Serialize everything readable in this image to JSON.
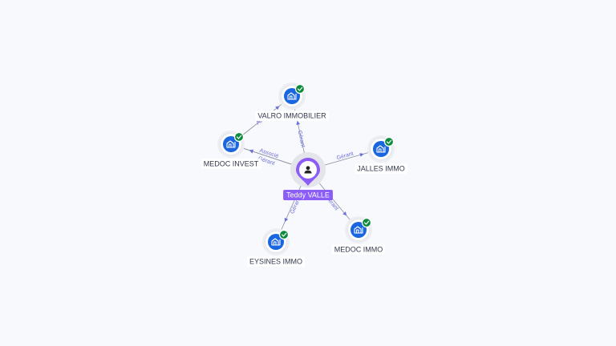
{
  "graph": {
    "center": {
      "label": "Teddy VALLE",
      "icon": "person-icon",
      "color": "#8b5cf6"
    },
    "nodes": [
      {
        "id": "valro",
        "label": "VALRO IMMOBILIER",
        "icon": "building-icon",
        "verified": true
      },
      {
        "id": "medoc-invest",
        "label": "MEDOC INVEST",
        "icon": "building-icon",
        "verified": true
      },
      {
        "id": "jalles",
        "label": "JALLES IMMO",
        "icon": "building-icon",
        "verified": true
      },
      {
        "id": "eysines",
        "label": "EYSINES IMMO",
        "icon": "building-icon",
        "verified": true
      },
      {
        "id": "medoc-immo",
        "label": "MEDOC IMMO",
        "icon": "building-icon",
        "verified": true
      }
    ],
    "edges": [
      {
        "from": "center",
        "to": "valro",
        "label": "Gérant"
      },
      {
        "from": "center",
        "to": "medoc-invest",
        "label": "Gérant"
      },
      {
        "from": "center",
        "to": "medoc-invest",
        "label": "Associé"
      },
      {
        "from": "medoc-invest",
        "to": "valro",
        "label": "Associé"
      },
      {
        "from": "center",
        "to": "jalles",
        "label": "Gérant"
      },
      {
        "from": "center",
        "to": "eysines",
        "label": "Gérant"
      },
      {
        "from": "center",
        "to": "medoc-immo",
        "label": "Gérant"
      }
    ],
    "colors": {
      "company": "#1a66e0",
      "verified_badge": "#0d8a3c",
      "edge_label": "#6c6fd6"
    }
  }
}
